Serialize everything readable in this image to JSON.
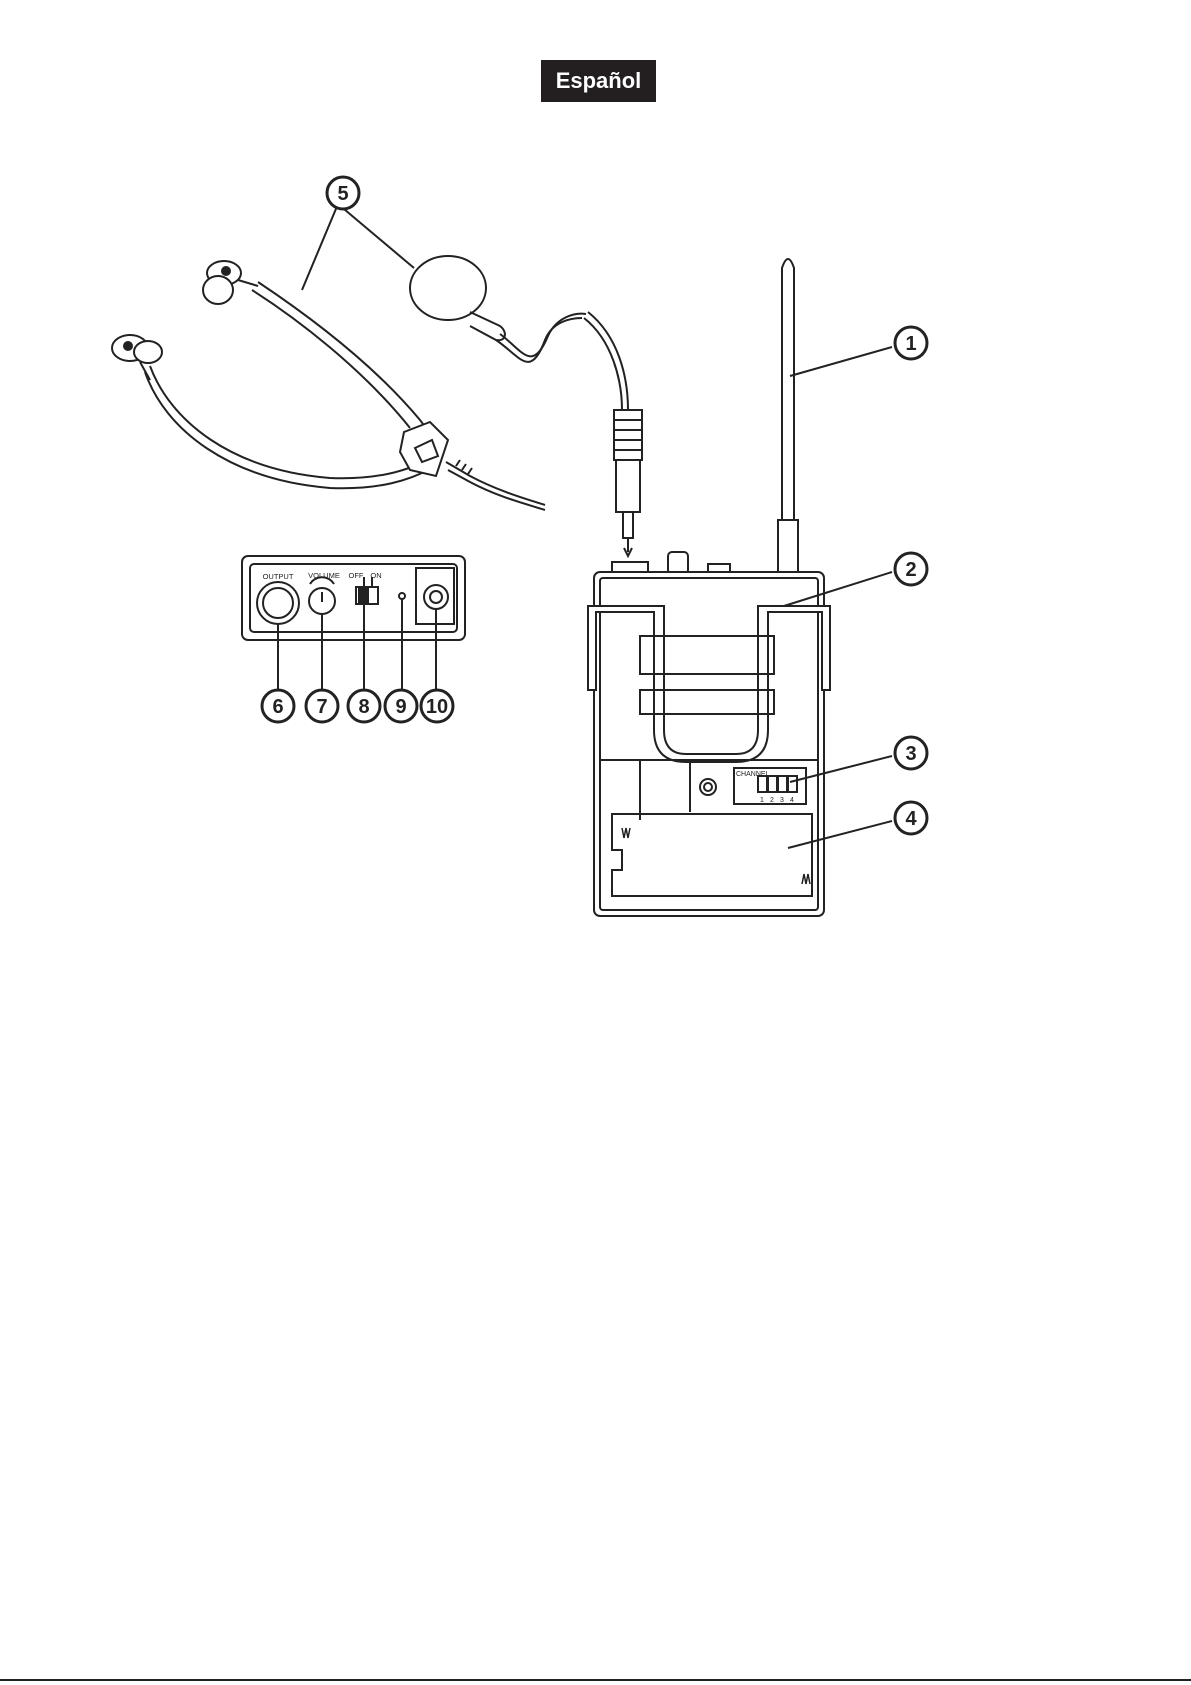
{
  "header": {
    "language_label": "Español"
  },
  "diagram": {
    "callouts": [
      "1",
      "2",
      "3",
      "4",
      "5",
      "6",
      "7",
      "8",
      "9",
      "10"
    ],
    "control_panel": {
      "output_label": "OUTPUT",
      "volume_label": "VOLUME",
      "off_label": "OFF",
      "on_label": "ON"
    },
    "channel_switch": {
      "label": "CHANNEL",
      "positions": [
        "1",
        "2",
        "3",
        "4"
      ]
    }
  }
}
